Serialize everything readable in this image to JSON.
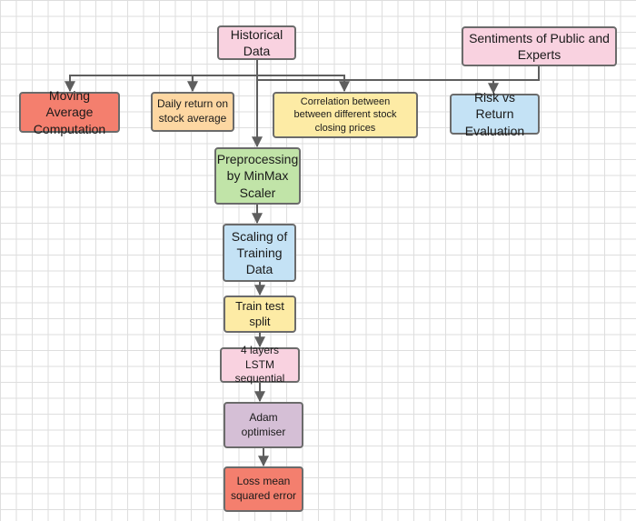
{
  "colors": {
    "pink": "#f9d2e0",
    "salmon": "#f47f6e",
    "peach": "#fdd7a2",
    "yellow": "#fdeba5",
    "blue": "#c4e2f5",
    "green": "#c1e4a8",
    "purple": "#d5bfd6",
    "connector": "#5e5e5e"
  },
  "nodes": {
    "historical_data": "Historical\nData",
    "sentiments": "Sentiments of Public and\nExperts",
    "moving_average": "Moving Average\nComputation",
    "daily_return": "Daily return on\nstock average",
    "correlation": "Correlation between\nbetween different stock\nclosing prices",
    "risk_return": "Risk vs Return\nEvaluation",
    "preprocessing": "Preprocessing\nby MinMax\nScaler",
    "scaling": "Scaling of\nTraining\nData",
    "train_test": "Train test\nsplit",
    "lstm": "4 layers LSTM\nsequential",
    "adam": "Adam\noptimiser",
    "loss": "Loss mean\nsquared error"
  }
}
